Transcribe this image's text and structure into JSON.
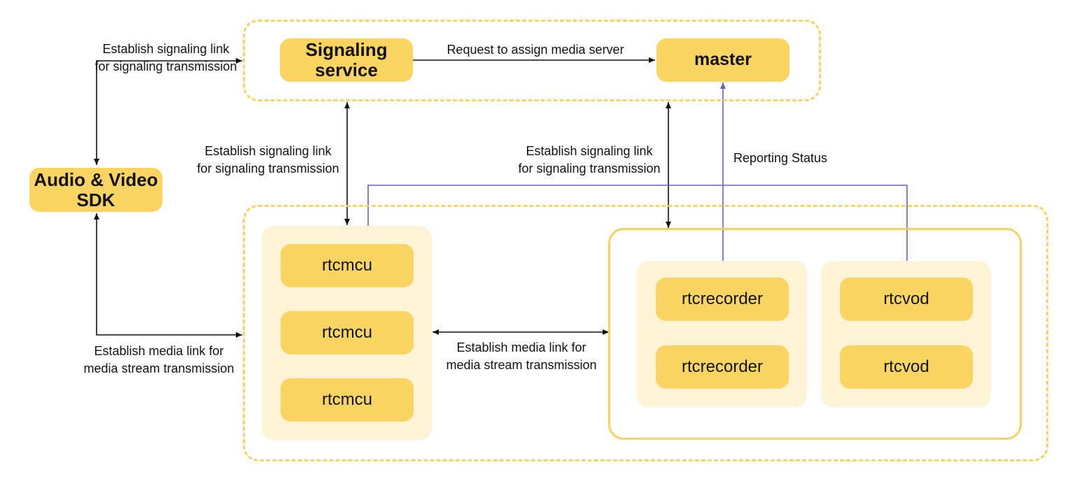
{
  "nodes": {
    "signaling": "Signaling\nservice",
    "master": "master",
    "sdk": "Audio & Video\nSDK",
    "rtcmcu": [
      "rtcmcu",
      "rtcmcu",
      "rtcmcu"
    ],
    "rtcrecorder": [
      "rtcrecorder",
      "rtcrecorder"
    ],
    "rtcvod": [
      "rtcvod",
      "rtcvod"
    ]
  },
  "labels": {
    "sdk_signaling": [
      "Establish signaling link",
      "for signaling transmission"
    ],
    "request_assign": "Request to assign media server",
    "mcu_signaling": [
      "Establish signaling link",
      "for signaling transmission"
    ],
    "recorder_signaling": [
      "Establish signaling link",
      "for signaling transmission"
    ],
    "reporting_status": "Reporting Status",
    "sdk_media": [
      "Establish media link for",
      "media stream transmission"
    ],
    "mcu_media": [
      "Establish media link for",
      "media stream transmission"
    ]
  },
  "colors": {
    "node_fill": "#fcd462",
    "panel_fill": "#fdf3d7",
    "dashed_border": "#f5d469",
    "arrow": "#111111",
    "status_line": "#6b5bd6"
  }
}
